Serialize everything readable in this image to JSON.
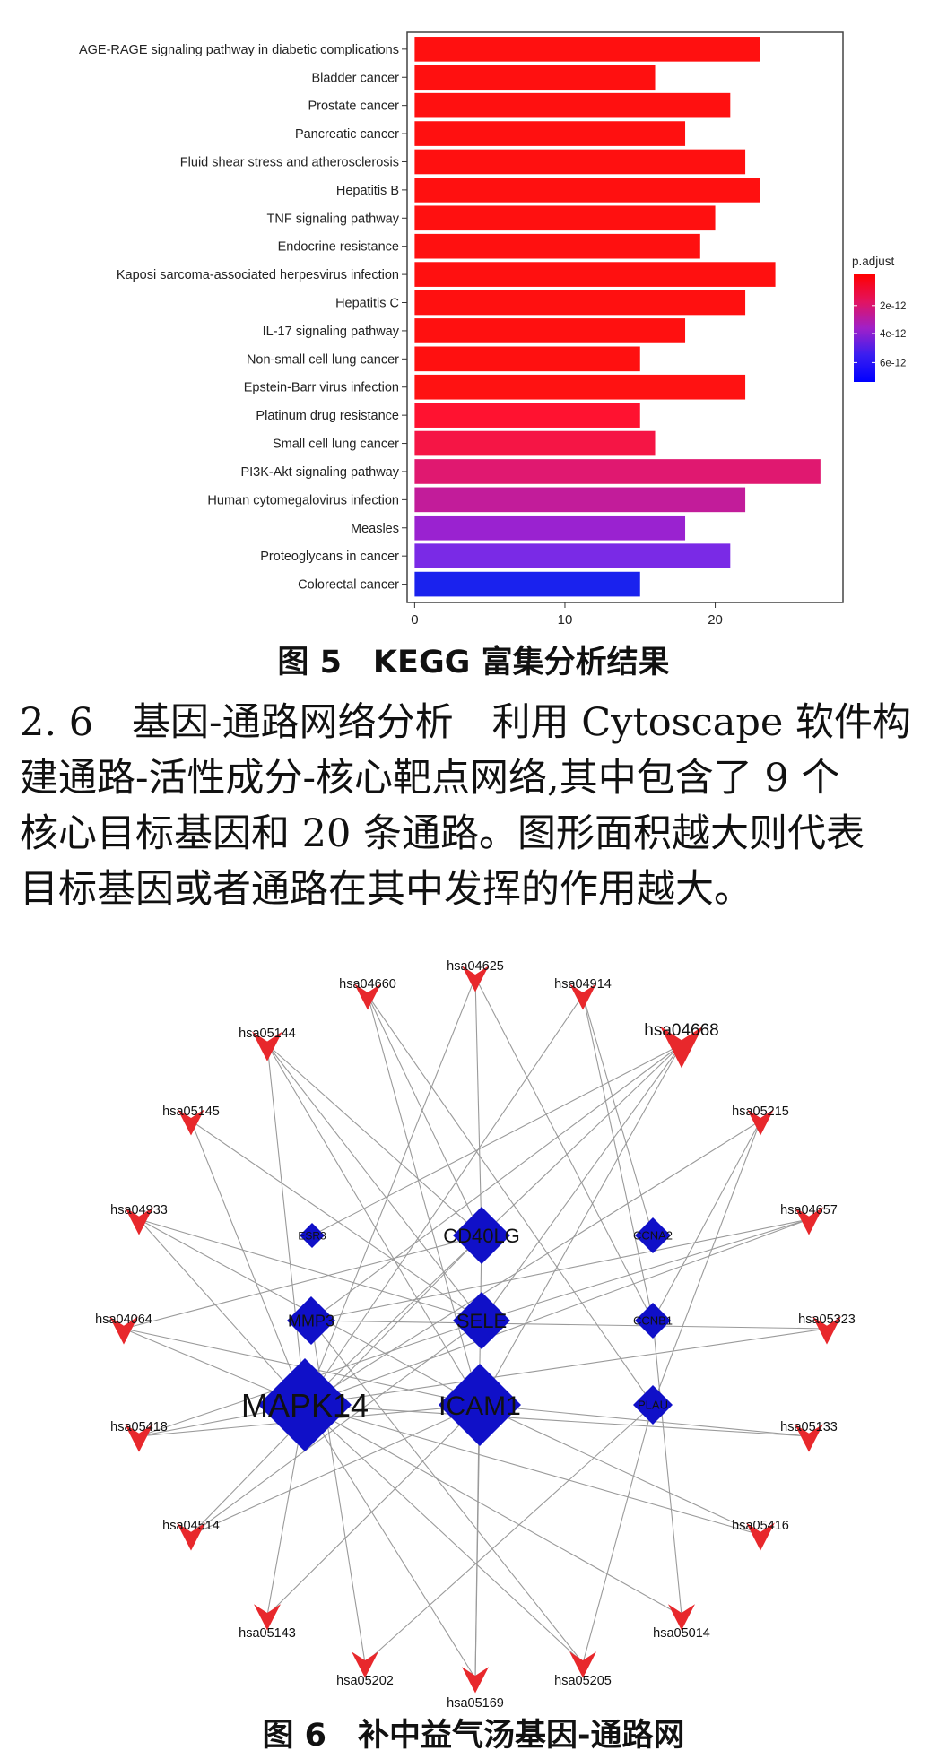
{
  "figure5": {
    "caption": "图 5　KEGG 富集分析结果",
    "chart_data": {
      "type": "bar",
      "orientation": "horizontal",
      "categories": [
        "AGE-RAGE signaling pathway in diabetic complications",
        "Bladder cancer",
        "Prostate cancer",
        "Pancreatic cancer",
        "Fluid shear stress and atherosclerosis",
        "Hepatitis B",
        "TNF signaling pathway",
        "Endocrine resistance",
        "Kaposi sarcoma-associated herpesvirus infection",
        "Hepatitis C",
        "IL-17 signaling pathway",
        "Non-small cell lung cancer",
        "Epstein-Barr virus infection",
        "Platinum drug resistance",
        "Small cell lung cancer",
        "PI3K-Akt signaling pathway",
        "Human cytomegalovirus infection",
        "Measles",
        "Proteoglycans in cancer",
        "Colorectal cancer"
      ],
      "values": [
        23,
        16,
        21,
        18,
        22,
        23,
        20,
        19,
        24,
        22,
        18,
        15,
        22,
        15,
        16,
        27,
        22,
        18,
        21,
        15
      ],
      "bar_colors": [
        "#ff1010",
        "#ff1010",
        "#ff1010",
        "#ff1010",
        "#ff1010",
        "#ff1010",
        "#ff1010",
        "#ff1010",
        "#ff1010",
        "#ff1010",
        "#ff1010",
        "#ff1010",
        "#ff1212",
        "#ff1230",
        "#f51545",
        "#e01870",
        "#c21c9a",
        "#9a22d0",
        "#7a2ae6",
        "#1a22ee"
      ],
      "xticks": [
        0,
        10,
        20
      ],
      "xlim": [
        -0.5,
        28.5
      ],
      "legend": {
        "title": "p.adjust",
        "labels": [
          "2e-12",
          "4e-12",
          "6e-12"
        ],
        "gradient_colors": [
          "#ff0000",
          "#e3135f",
          "#a020c8",
          "#3a1ef0",
          "#0000ff"
        ],
        "placement": "right"
      }
    }
  },
  "section": {
    "lines": [
      "2. 6　基因-通路网络分析　利用 Cytoscape 软件构",
      "建通路-活性成分-核心靶点网络,其中包含了 9 个",
      "核心目标基因和 20 条通路。图形面积越大则代表",
      "目标基因或者通路在其中发挥的作用越大。"
    ]
  },
  "figure6": {
    "caption": "图 6　补中益气汤基因-通路网",
    "genes": [
      {
        "id": "MAPK14",
        "label": "MAPK14"
      },
      {
        "id": "ICAM1",
        "label": "ICAM1"
      },
      {
        "id": "CD40LG",
        "label": "CD40LG"
      },
      {
        "id": "SELE",
        "label": "SELE"
      },
      {
        "id": "MMP3",
        "label": "MMP3"
      },
      {
        "id": "ESR3",
        "label": "ESR3"
      },
      {
        "id": "CCNA2",
        "label": "CCNA2"
      },
      {
        "id": "CCNB1",
        "label": "CCNB1"
      },
      {
        "id": "PLAU",
        "label": "PLAU"
      }
    ],
    "pathways": [
      {
        "id": "hsa04625",
        "label": "hsa04625"
      },
      {
        "id": "hsa04660",
        "label": "hsa04660"
      },
      {
        "id": "hsa04914",
        "label": "hsa04914"
      },
      {
        "id": "hsa05144",
        "label": "hsa05144"
      },
      {
        "id": "hsa04668",
        "label": "hsa04668"
      },
      {
        "id": "hsa05145",
        "label": "hsa05145"
      },
      {
        "id": "hsa05215",
        "label": "hsa05215"
      },
      {
        "id": "hsa04933",
        "label": "hsa04933"
      },
      {
        "id": "hsa04657",
        "label": "hsa04657"
      },
      {
        "id": "hsa04064",
        "label": "hsa04064"
      },
      {
        "id": "hsa05323",
        "label": "hsa05323"
      },
      {
        "id": "hsa05418",
        "label": "hsa05418"
      },
      {
        "id": "hsa05133",
        "label": "hsa05133"
      },
      {
        "id": "hsa04514",
        "label": "hsa04514"
      },
      {
        "id": "hsa05416",
        "label": "hsa05416"
      },
      {
        "id": "hsa05143",
        "label": "hsa05143"
      },
      {
        "id": "hsa05014",
        "label": "hsa05014"
      },
      {
        "id": "hsa05202",
        "label": "hsa05202"
      },
      {
        "id": "hsa05205",
        "label": "hsa05205"
      },
      {
        "id": "hsa05169",
        "label": "hsa05169"
      }
    ],
    "edges": [
      [
        "hsa04625",
        "CD40LG"
      ],
      [
        "hsa04625",
        "MAPK14"
      ],
      [
        "hsa04625",
        "CCNB1"
      ],
      [
        "hsa04660",
        "CD40LG"
      ],
      [
        "hsa04660",
        "ICAM1"
      ],
      [
        "hsa04660",
        "PLAU"
      ],
      [
        "hsa04914",
        "MAPK14"
      ],
      [
        "hsa04914",
        "CCNA2"
      ],
      [
        "hsa04914",
        "CCNB1"
      ],
      [
        "hsa05144",
        "MAPK14"
      ],
      [
        "hsa05144",
        "ICAM1"
      ],
      [
        "hsa05144",
        "SELE"
      ],
      [
        "hsa05144",
        "CD40LG"
      ],
      [
        "hsa04668",
        "MAPK14"
      ],
      [
        "hsa04668",
        "ICAM1"
      ],
      [
        "hsa04668",
        "SELE"
      ],
      [
        "hsa04668",
        "MMP3"
      ],
      [
        "hsa04668",
        "ESR3"
      ],
      [
        "hsa05145",
        "SELE"
      ],
      [
        "hsa05145",
        "MAPK14"
      ],
      [
        "hsa05215",
        "MAPK14"
      ],
      [
        "hsa05215",
        "PLAU"
      ],
      [
        "hsa05215",
        "CCNB1"
      ],
      [
        "hsa04933",
        "MAPK14"
      ],
      [
        "hsa04933",
        "ICAM1"
      ],
      [
        "hsa04933",
        "SELE"
      ],
      [
        "hsa04657",
        "MAPK14"
      ],
      [
        "hsa04657",
        "MMP3"
      ],
      [
        "hsa04657",
        "SELE"
      ],
      [
        "hsa04064",
        "CD40LG"
      ],
      [
        "hsa04064",
        "ICAM1"
      ],
      [
        "hsa04064",
        "MAPK14"
      ],
      [
        "hsa05323",
        "MAPK14"
      ],
      [
        "hsa05323",
        "MMP3"
      ],
      [
        "hsa05418",
        "MAPK14"
      ],
      [
        "hsa05418",
        "ICAM1"
      ],
      [
        "hsa05418",
        "SELE"
      ],
      [
        "hsa05133",
        "MAPK14"
      ],
      [
        "hsa05133",
        "ICAM1"
      ],
      [
        "hsa04514",
        "CD40LG"
      ],
      [
        "hsa04514",
        "ICAM1"
      ],
      [
        "hsa04514",
        "SELE"
      ],
      [
        "hsa05416",
        "MAPK14"
      ],
      [
        "hsa05416",
        "ICAM1"
      ],
      [
        "hsa05143",
        "ICAM1"
      ],
      [
        "hsa05143",
        "MAPK14"
      ],
      [
        "hsa05014",
        "MAPK14"
      ],
      [
        "hsa05014",
        "CCNB1"
      ],
      [
        "hsa05202",
        "PLAU"
      ],
      [
        "hsa05202",
        "MMP3"
      ],
      [
        "hsa05205",
        "MAPK14"
      ],
      [
        "hsa05205",
        "PLAU"
      ],
      [
        "hsa05205",
        "MMP3"
      ],
      [
        "hsa05169",
        "ICAM1"
      ],
      [
        "hsa05169",
        "CD40LG"
      ],
      [
        "hsa05169",
        "MAPK14"
      ]
    ],
    "colors": {
      "gene": "#1010c8",
      "pathway": "#e8282c",
      "edge": "#9a9a9a"
    }
  }
}
